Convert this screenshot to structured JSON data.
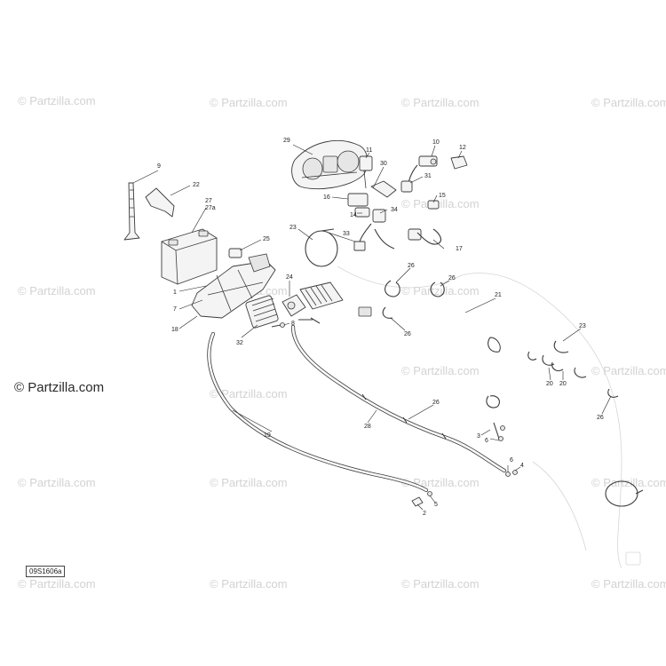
{
  "watermark": {
    "main": "© Partzilla.com",
    "tiles": [
      "© Partzilla.com",
      "© Partzilla.com",
      "© Partzilla.com",
      "© Partzilla.com",
      "© Partzilla.com",
      "© Partzilla.com",
      "© Partzilla.com",
      "© Partzilla.com",
      "© Partzilla.com",
      "© Partzilla.com",
      "© Partzilla.com",
      "© Partzilla.com",
      "© Partzilla.com",
      "© Partzilla.com",
      "© Partzilla.com",
      "© Partzilla.com",
      "© Partzilla.com",
      "© Partzilla.com",
      "© Partzilla.com"
    ]
  },
  "diagram_code": "09S1606a",
  "callouts": {
    "c29": "29",
    "c11": "11",
    "c10": "10",
    "c12": "12",
    "c30": "30",
    "c31": "31",
    "c16": "16",
    "c14": "14",
    "c15": "15",
    "c34": "34",
    "c33": "33",
    "c17": "17",
    "c23a": "23",
    "c9": "9",
    "c22": "22",
    "c27": "27",
    "c27a": "27a",
    "c25": "25",
    "c1": "1",
    "c7": "7",
    "c18": "18",
    "c24": "24",
    "c8": "8",
    "c32": "32",
    "c26a": "26",
    "c26b": "26",
    "c26c": "26",
    "c21": "21",
    "c23b": "23",
    "c20a": "20",
    "c20b": "20",
    "c26d": "26",
    "c26e": "26",
    "c19": "19",
    "c28": "28",
    "c3": "3",
    "c6a": "6",
    "c6b": "6",
    "c4": "4",
    "c5": "5",
    "c2": "2"
  }
}
